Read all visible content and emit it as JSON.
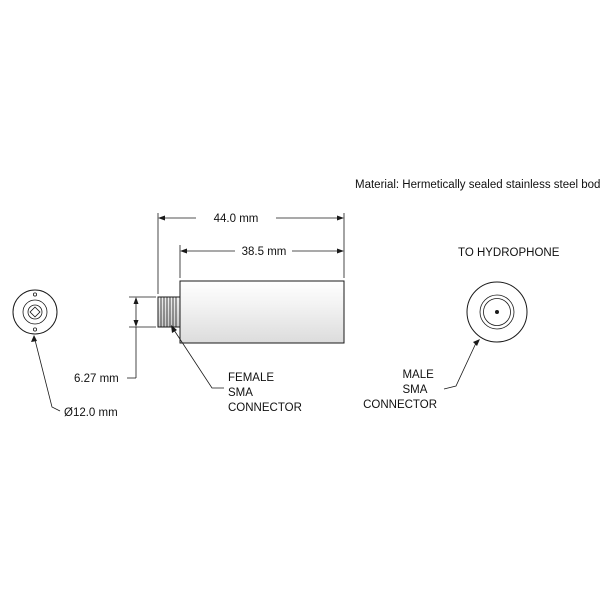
{
  "material_note": "Material: Hermetically sealed stainless steel body.",
  "dimensions": {
    "overall_length": "44.0 mm",
    "body_length": "38.5 mm",
    "thread_diameter": "6.27 mm",
    "face_diameter": "Ø12.0 mm"
  },
  "labels": {
    "female_connector": [
      "FEMALE",
      "SMA",
      "CONNECTOR"
    ],
    "male_connector": [
      "MALE",
      "SMA",
      "CONNECTOR"
    ],
    "to_hydrophone": "TO HYDROPHONE"
  },
  "colors": {
    "line": "#1a1a1a",
    "body_fill": "#ececec",
    "thread_fill": "#d9d9d9"
  }
}
